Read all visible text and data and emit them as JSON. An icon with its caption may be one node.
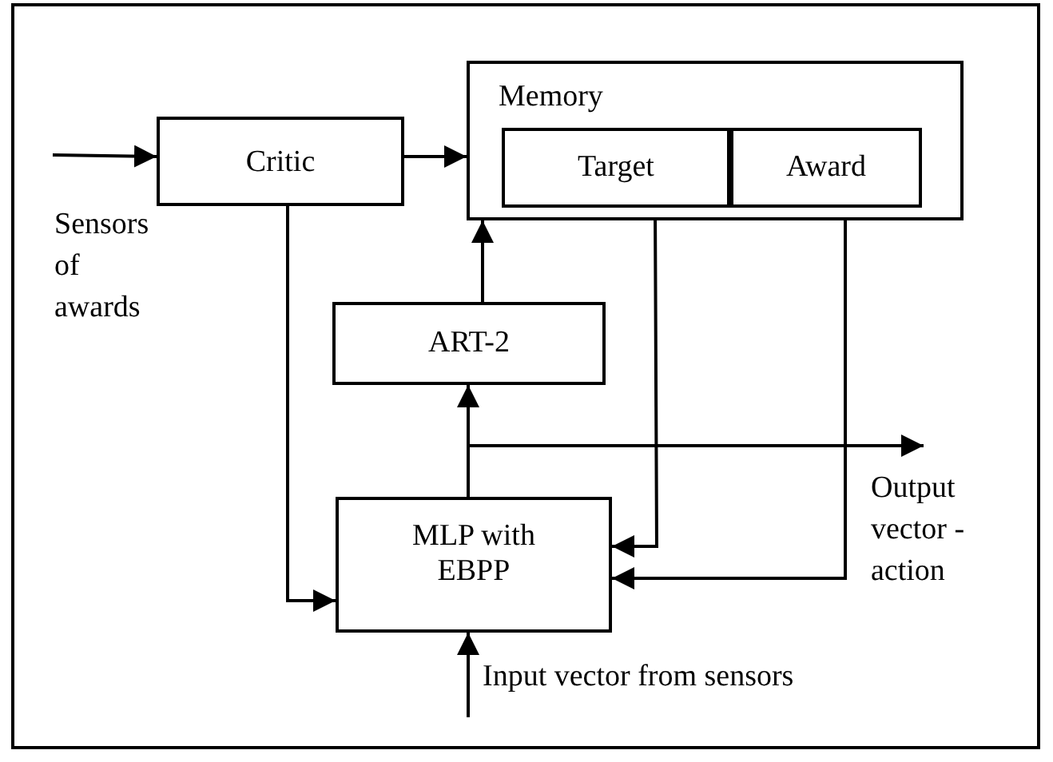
{
  "diagram": {
    "nodes": [
      {
        "text": [
          "Critic"
        ]
      },
      {
        "text": [
          "Memory"
        ]
      },
      {
        "text": [
          "Target"
        ],
        "in": 1
      },
      {
        "text": [
          "Award"
        ],
        "in": 1
      },
      {
        "text": [
          "ART-2"
        ]
      },
      {
        "text": [
          "MLP with EBPP"
        ]
      }
    ],
    "edges": [
      {
        "from": null,
        "to": 0,
        "arrow": "to"
      },
      {
        "from": 0,
        "to": 1,
        "arrow": "to"
      },
      {
        "from": 4,
        "to": 1,
        "arrow": "to"
      },
      {
        "from": 5,
        "to": 4,
        "arrow": "to"
      },
      {
        "from": 5,
        "to": null,
        "arrow": "to"
      },
      {
        "from": 0,
        "to": 5,
        "arrow": "to"
      },
      {
        "from": 2,
        "to": 5,
        "arrow": "to"
      },
      {
        "from": 3,
        "to": 5,
        "arrow": "to"
      },
      {
        "from": null,
        "to": 5,
        "arrow": "to"
      }
    ],
    "labels": [
      "Sensors of awards",
      "Output vector - action",
      "Input vector from sensors"
    ]
  }
}
